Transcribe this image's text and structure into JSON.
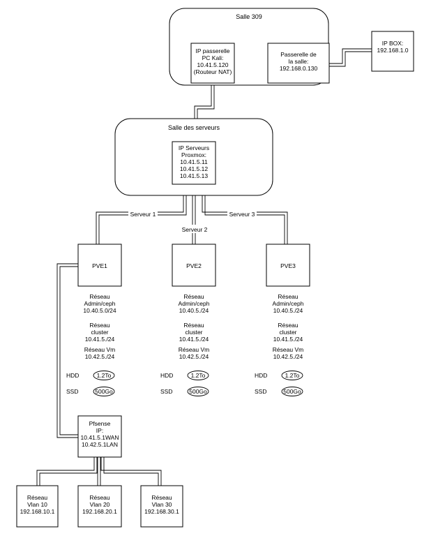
{
  "rooms": {
    "salle309": "Salle 309",
    "serveurs": "Salle des serveurs"
  },
  "nodes": {
    "kali": [
      "IP passerelle",
      "PC Kali:",
      "10.41.5.120",
      "(Routeur NAT)"
    ],
    "gateway": [
      "Passerelle de",
      "la salle:",
      "192.168.0.130"
    ],
    "ipbox": [
      "IP BOX:",
      "192.168.1.0"
    ],
    "proxmox": [
      "IP Serveurs",
      "Proxmox:",
      "10.41.5.11",
      "10.41.5.12",
      "10.41.5.13"
    ],
    "pfsense": [
      "Pfsense",
      "IP:",
      "10.41.5.1WAN",
      "10.42.5.1LAN"
    ]
  },
  "links": {
    "serveur1": "Serveur 1",
    "serveur2": "Serveur 2",
    "serveur3": "Serveur 3"
  },
  "pves": [
    {
      "name": "PVE1",
      "admin": [
        "Réseau",
        "Admin/ceph",
        "10.40.5.0/24"
      ],
      "cluster": [
        "Réseau",
        "cluster",
        "10.41.5./24"
      ],
      "vm": [
        "Réseau Vm",
        "10.42.5./24"
      ],
      "hdd_label": "HDD",
      "hdd_value": "1.2To",
      "ssd_label": "SSD",
      "ssd_value": "500Go"
    },
    {
      "name": "PVE2",
      "admin": [
        "Réseau",
        "Admin/ceph",
        "10.40.5./24"
      ],
      "cluster": [
        "Réseau",
        "cluster",
        "10.41.5./24"
      ],
      "vm": [
        "Réseau Vm",
        "10.42.5./24"
      ],
      "hdd_label": "HDD",
      "hdd_value": "1.2To",
      "ssd_label": "SSD",
      "ssd_value": "500Go"
    },
    {
      "name": "PVE3",
      "admin": [
        "Réseau",
        "Admin/ceph",
        "10.40.5./24"
      ],
      "cluster": [
        "Réseau",
        "cluster",
        "10.41.5./24"
      ],
      "vm": [
        "Réseau Vm",
        "10.42.5./24"
      ],
      "hdd_label": "HDD",
      "hdd_value": "1.2To",
      "ssd_label": "SSD",
      "ssd_value": "500Go"
    }
  ],
  "vlans": [
    [
      "Réseau",
      "Vlan 10",
      "192.168.10.1"
    ],
    [
      "Réseau",
      "Vlan 20",
      "192.168.20.1"
    ],
    [
      "Réseau",
      "Vlan 30",
      "192.168.30.1"
    ]
  ]
}
